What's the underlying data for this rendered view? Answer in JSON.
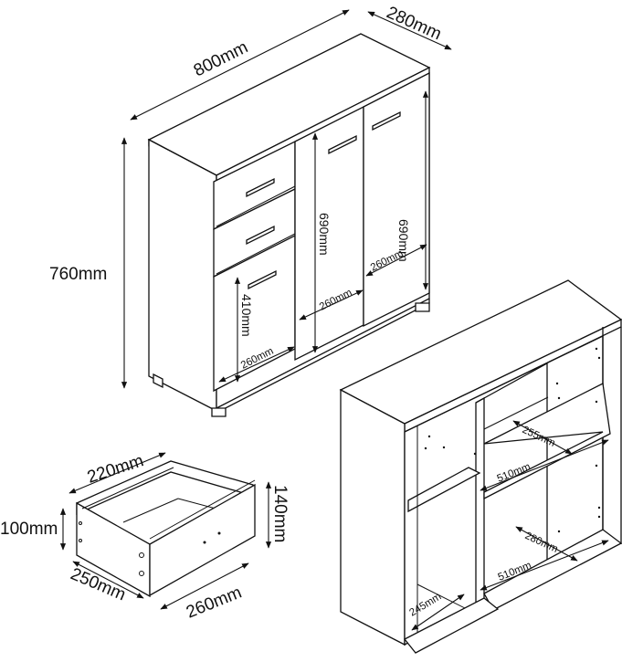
{
  "dimensions": {
    "width": "800mm",
    "depth": "280mm",
    "height": "760mm",
    "door_height_right": "690mm",
    "door_height_middle": "690mm",
    "door_width_right": "260mm",
    "door_width_middle": "260mm",
    "door_height_left": "410mm",
    "door_width_left": "260mm"
  },
  "drawer": {
    "inner_width": "220mm",
    "side_height": "100mm",
    "front_height": "140mm",
    "depth": "250mm",
    "front_width": "260mm"
  },
  "interior": {
    "shelf_depth_top": "255mm",
    "shelf_width_top": "510mm",
    "shelf_depth_bottom": "280mm",
    "shelf_width_bottom": "510mm",
    "compartment_depth": "245mm"
  }
}
